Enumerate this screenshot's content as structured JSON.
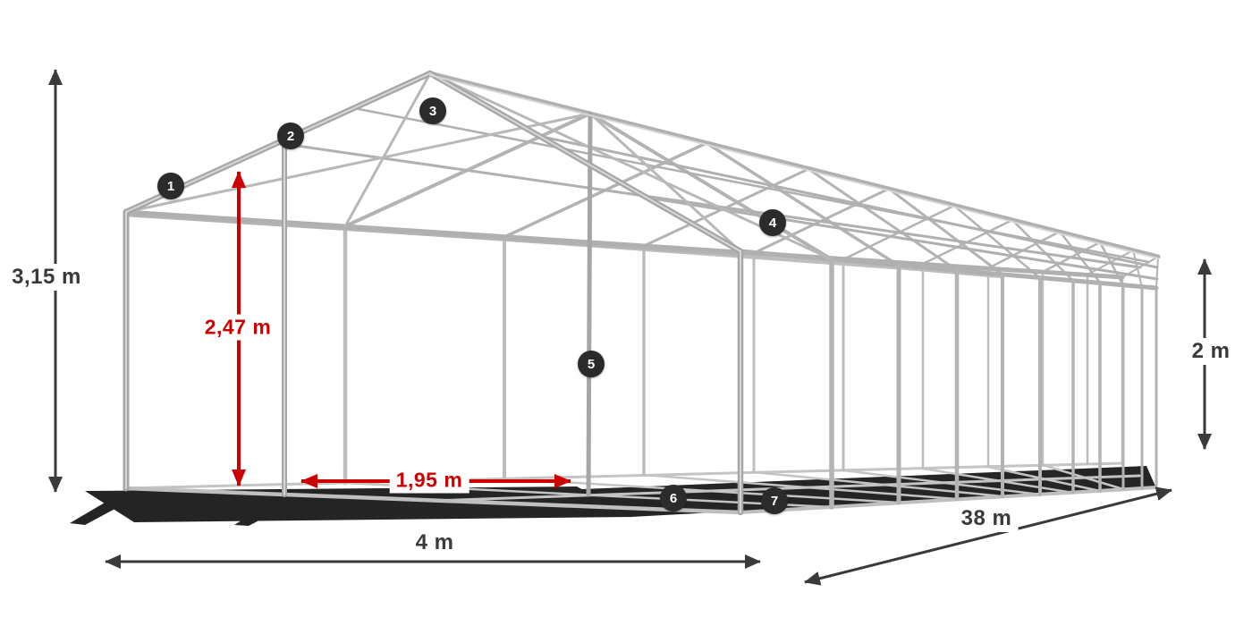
{
  "diagram": {
    "measurements": {
      "total_height": "3,15 m",
      "inner_height": "2,47 m",
      "entrance_width": "1,95 m",
      "side_height": "2 m",
      "width": "4 m",
      "length": "38 m"
    },
    "badges": [
      "1",
      "2",
      "3",
      "4",
      "5",
      "6",
      "7"
    ],
    "colors": {
      "dimension_red": "#cc0000",
      "dimension_black": "#3a3a3a",
      "badge_background": "#2b2b2b",
      "badge_text": "#ffffff",
      "tube_main": "#a6a6a6",
      "tube_light": "#dcdcdc",
      "shadow": "#0d0d0d"
    }
  }
}
